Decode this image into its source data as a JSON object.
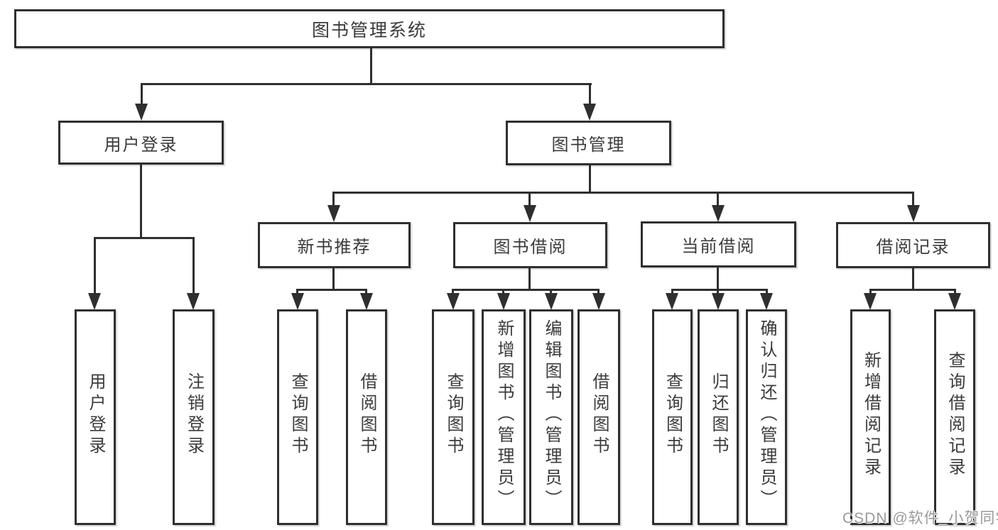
{
  "tree": {
    "root": "图书管理系统",
    "branches": [
      {
        "label": "用户登录",
        "children": [
          {
            "label": "用户登录"
          },
          {
            "label": "注销登录"
          }
        ]
      },
      {
        "label": "图书管理",
        "children": [
          {
            "label": "新书推荐",
            "children": [
              {
                "label": "查询图书"
              },
              {
                "label": "借阅图书"
              }
            ]
          },
          {
            "label": "图书借阅",
            "children": [
              {
                "label": "查询图书"
              },
              {
                "label": "新增图书（管理员）"
              },
              {
                "label": "编辑图书（管理员）"
              },
              {
                "label": "借阅图书"
              }
            ]
          },
          {
            "label": "当前借阅",
            "children": [
              {
                "label": "查询图书"
              },
              {
                "label": "归还图书"
              },
              {
                "label": "确认归还（管理员）"
              }
            ]
          },
          {
            "label": "借阅记录",
            "children": [
              {
                "label": "新增借阅记录"
              },
              {
                "label": "查询借阅记录"
              }
            ]
          }
        ]
      }
    ]
  },
  "watermark": {
    "text": "CSDN @软件_小贺同学"
  },
  "colors": {
    "line": "#2f2f2f",
    "text": "#3b3b3b",
    "watermark": "#9a9a9a",
    "background": "#ffffff"
  }
}
